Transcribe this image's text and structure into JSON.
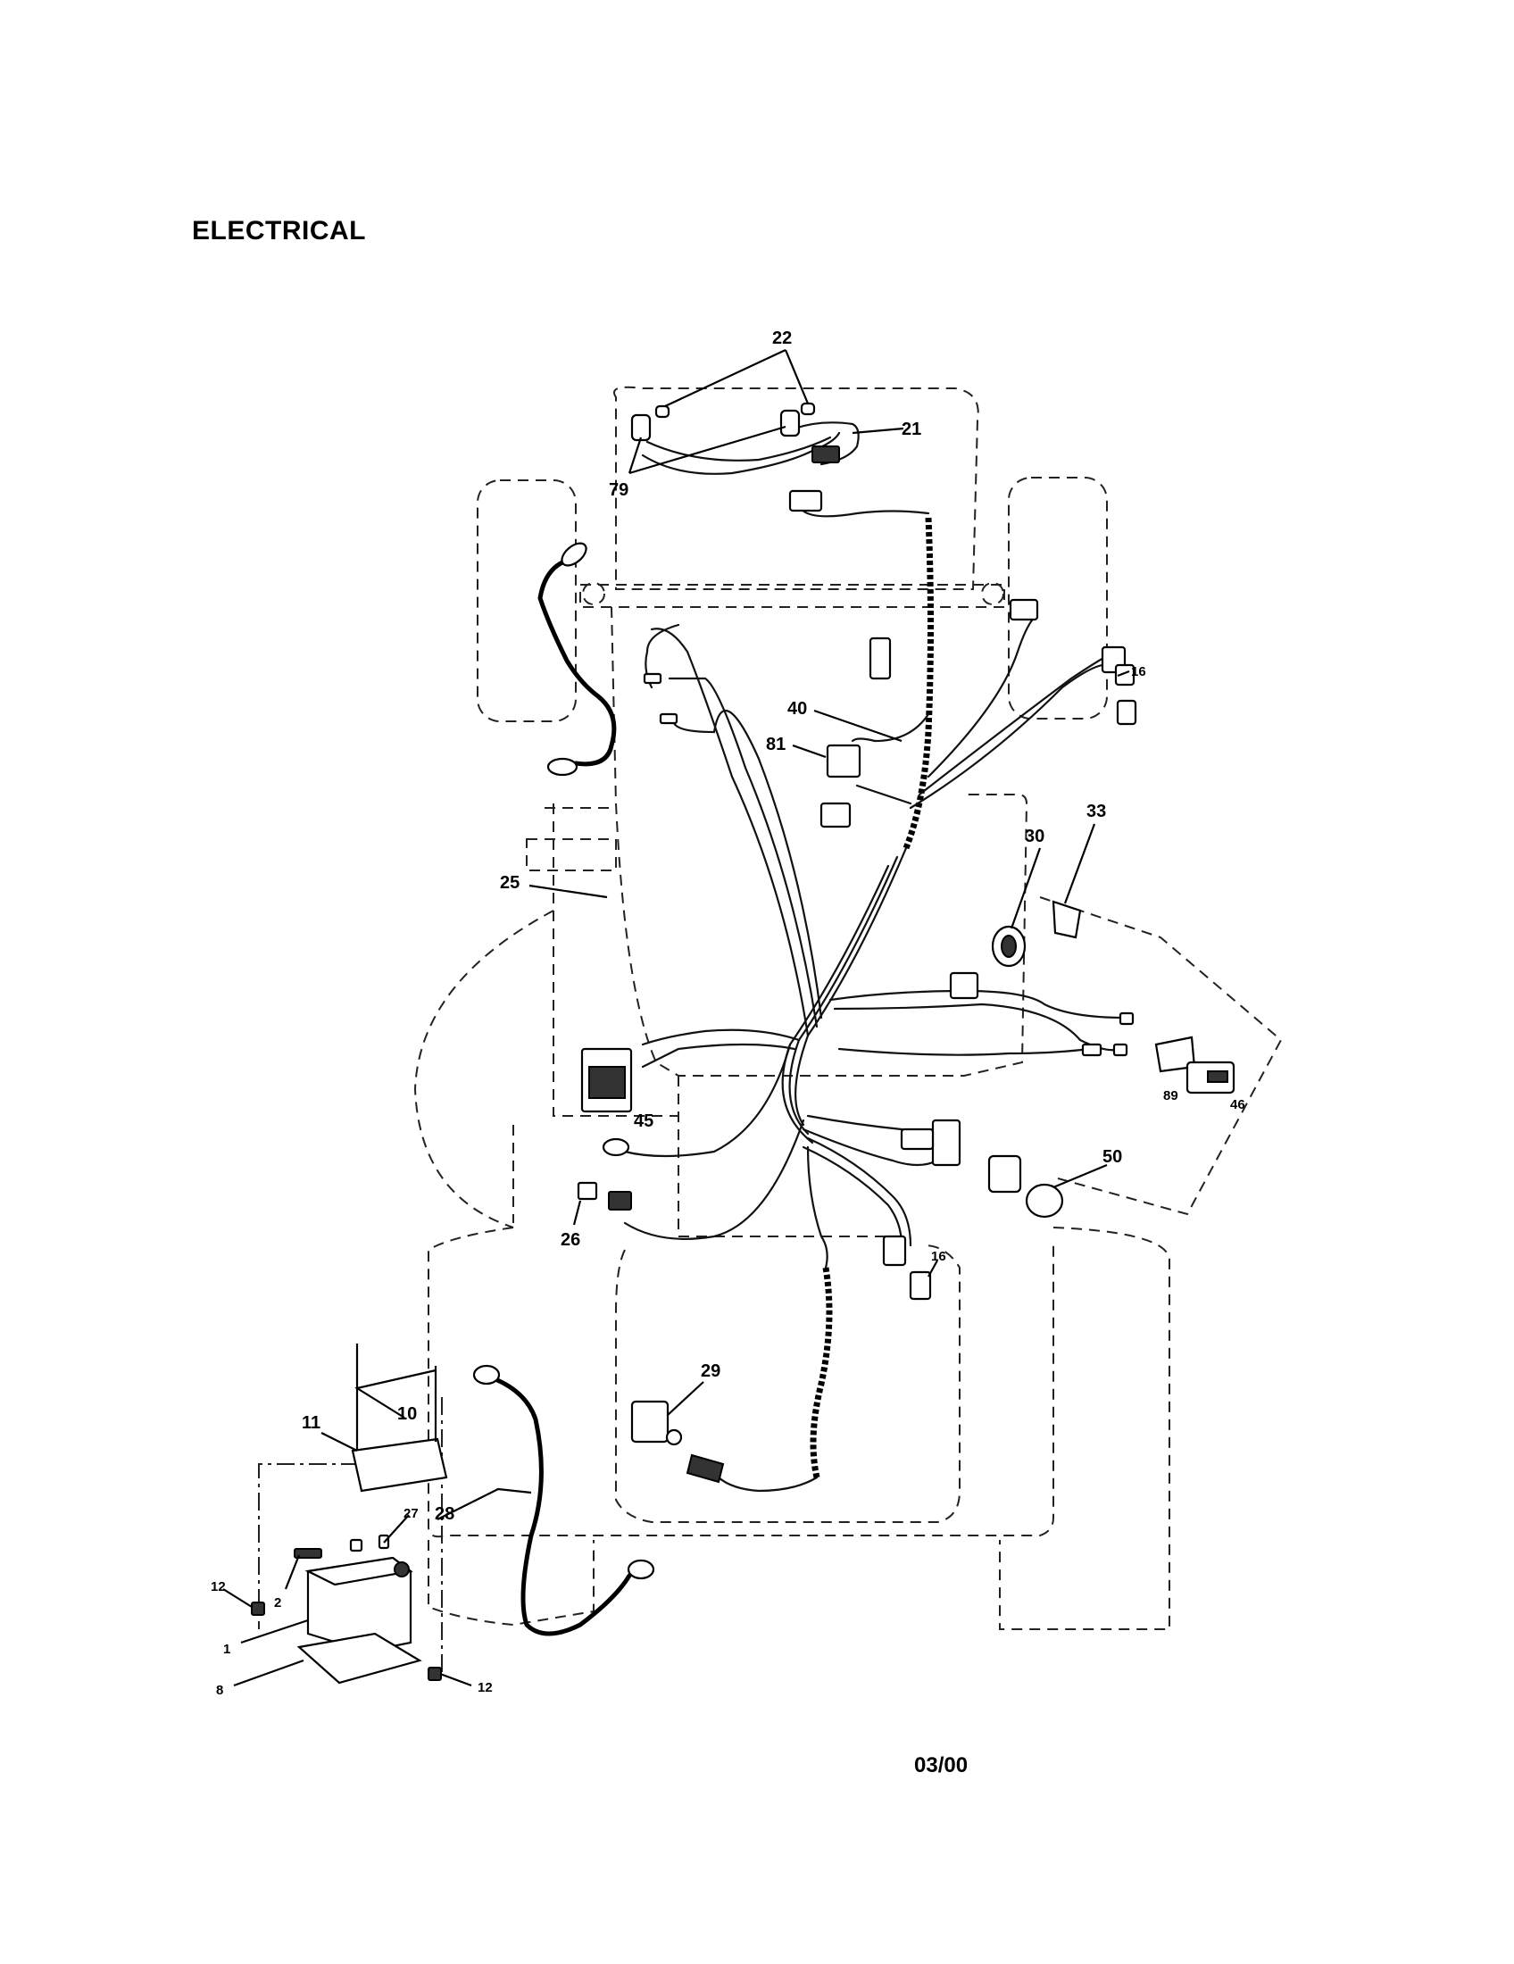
{
  "title": "ELECTRICAL",
  "date_code": "03/00",
  "callouts": [
    {
      "id": "22",
      "label": "22"
    },
    {
      "id": "21",
      "label": "21"
    },
    {
      "id": "79",
      "label": "79"
    },
    {
      "id": "16a",
      "label": "16"
    },
    {
      "id": "40",
      "label": "40"
    },
    {
      "id": "81",
      "label": "81"
    },
    {
      "id": "33",
      "label": "33"
    },
    {
      "id": "30",
      "label": "30"
    },
    {
      "id": "25",
      "label": "25"
    },
    {
      "id": "45",
      "label": "45"
    },
    {
      "id": "89",
      "label": "89"
    },
    {
      "id": "46",
      "label": "46"
    },
    {
      "id": "50",
      "label": "50"
    },
    {
      "id": "26",
      "label": "26"
    },
    {
      "id": "16b",
      "label": "16"
    },
    {
      "id": "29",
      "label": "29"
    },
    {
      "id": "10",
      "label": "10"
    },
    {
      "id": "11",
      "label": "11"
    },
    {
      "id": "27",
      "label": "27"
    },
    {
      "id": "28",
      "label": "28"
    },
    {
      "id": "12a",
      "label": "12"
    },
    {
      "id": "2",
      "label": "2"
    },
    {
      "id": "1",
      "label": "1"
    },
    {
      "id": "8",
      "label": "8"
    },
    {
      "id": "12b",
      "label": "12"
    }
  ]
}
